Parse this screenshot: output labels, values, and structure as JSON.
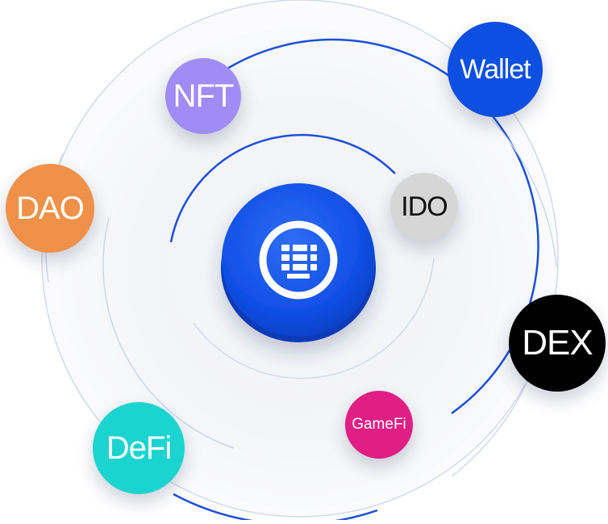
{
  "center": {
    "icon": "grid-table-icon",
    "color": "#1050e8"
  },
  "nodes": [
    {
      "id": "nft",
      "label": "NFT",
      "color": "#9f8cf5",
      "text_color": "#ffffff"
    },
    {
      "id": "wallet",
      "label": "Wallet",
      "color": "#0d4fe0",
      "text_color": "#ffffff"
    },
    {
      "id": "dao",
      "label": "DAO",
      "color": "#f0914a",
      "text_color": "#ffffff"
    },
    {
      "id": "ido",
      "label": "IDO",
      "color": "#d6d6d6",
      "text_color": "#111111"
    },
    {
      "id": "dex",
      "label": "DEX",
      "color": "#000000",
      "text_color": "#ffffff"
    },
    {
      "id": "gamefi",
      "label": "GameFi",
      "color": "#e11e83",
      "text_color": "#ffffff"
    },
    {
      "id": "defi",
      "label": "DeFi",
      "color": "#1bd4cf",
      "text_color": "#ffffff"
    }
  ]
}
